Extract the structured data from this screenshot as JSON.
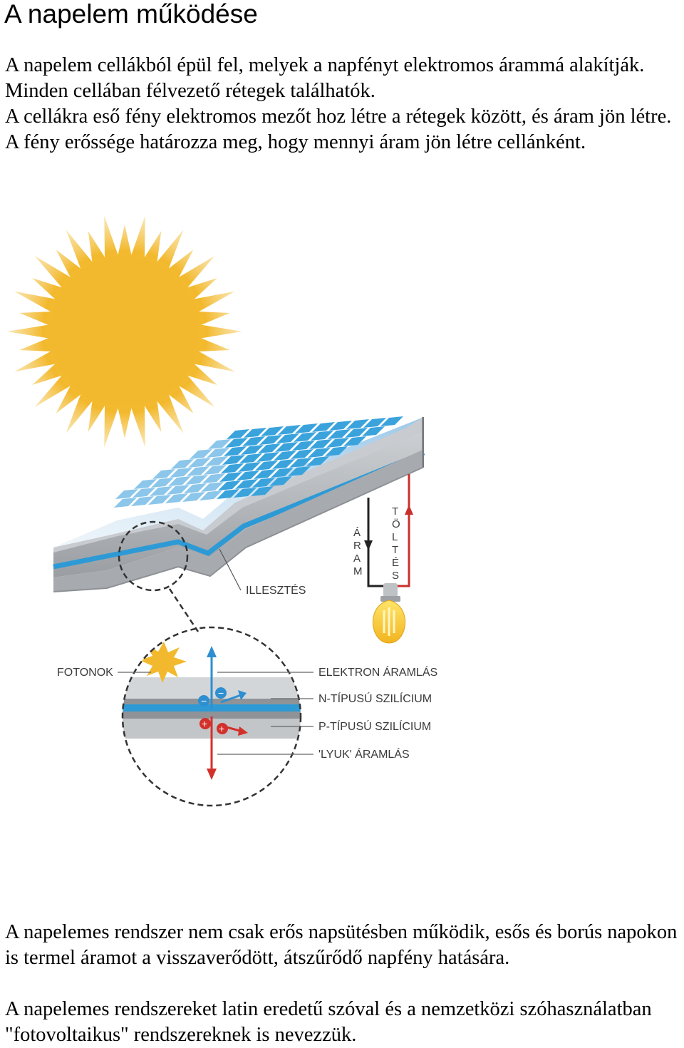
{
  "title": "A napelem működése",
  "intro": [
    "A napelem cellákból épül fel, melyek a napfényt elektromos árammá alakítják.",
    "Minden cellában félvezető rétegek találhatók.",
    "A cellákra eső fény elektromos mezőt hoz létre a rétegek között, és áram jön létre.",
    "A fény erőssége határozza meg, hogy mennyi áram jön létre cellánként."
  ],
  "diagram": {
    "labels": {
      "illesztes": "ILLESZTÉS",
      "fotonok": "FOTONOK",
      "elektron": "ELEKTRON ÁRAMLÁS",
      "n_tipus": "N-TÍPUSÚ SZILÍCIUM",
      "p_tipus": "P-TÍPUSÚ SZILÍCIUM",
      "lyuk": "'LYUK' ÁRAMLÁS"
    },
    "vertical_labels": {
      "aram": [
        "Á",
        "R",
        "A",
        "M"
      ],
      "toltes": [
        "T",
        "Ö",
        "L",
        "T",
        "É",
        "S"
      ]
    },
    "colors": {
      "sun": "#f2b92d",
      "panel_cell": "#3ba3dc",
      "electron_flow": "#2e8fd0",
      "hole_flow": "#d2312b",
      "frame": "#a9acb0"
    }
  },
  "outro": [
    "A napelemes rendszer nem csak erős napsütésben működik, esős és borús napokon is termel áramot a visszaverődött, átszűrődő napfény hatására.",
    "A napelemes rendszereket latin eredetű szóval és a nemzetközi szóhasználatban \"fotovoltaikus\" rendszereknek is nevezzük."
  ]
}
